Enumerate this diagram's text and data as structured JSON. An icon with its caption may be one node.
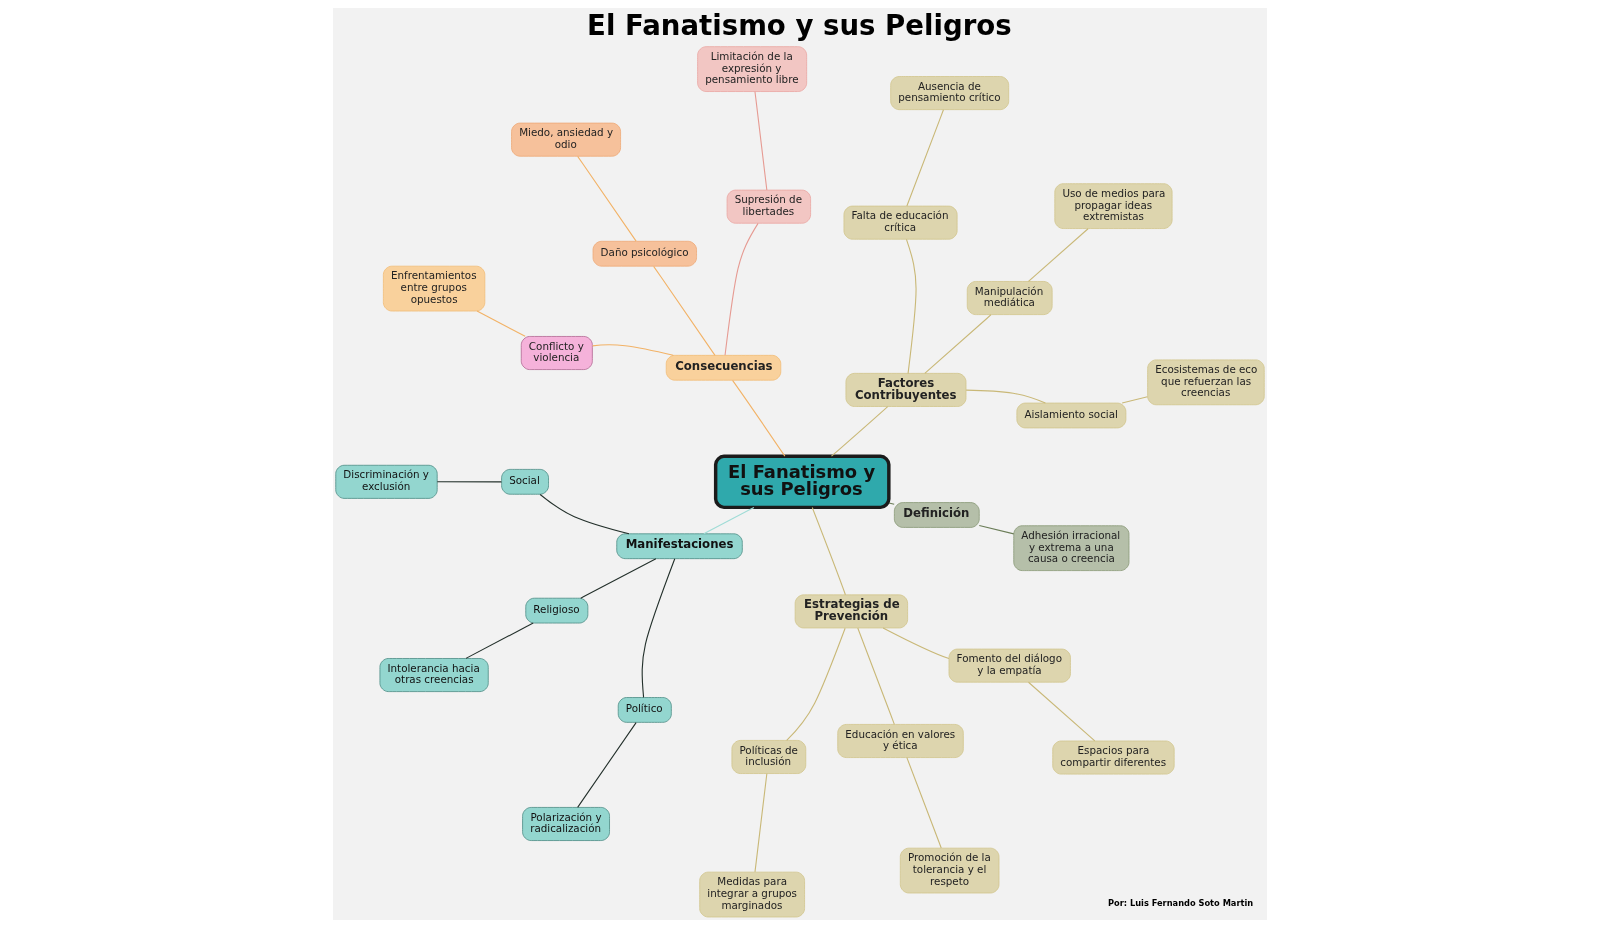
{
  "diagram": {
    "title": "El Fanatismo y sus Peligros",
    "nodes": [
      {
        "text": [
          "Enfrentamientos entre grupos opuestos"
        ]
      },
      {
        "text": [
          "Miedo, ansiedad y odio"
        ]
      },
      {
        "text": [
          "Limitación de la expresión y pensamiento libre"
        ]
      },
      {
        "text": [
          "Conflicto y violencia"
        ]
      },
      {
        "text": [
          "Daño psicológico"
        ]
      },
      {
        "text": [
          "Supresión de libertades"
        ]
      },
      {
        "text": [
          "Ausencia de pensamiento crítico"
        ]
      },
      {
        "text": [
          "Discriminación y exclusión"
        ]
      },
      {
        "text": [
          "Falta de educación crítica"
        ]
      },
      {
        "text": [
          "Consecuencias"
        ]
      },
      {
        "text": [
          "Social"
        ]
      },
      {
        "text": [
          "Intolerancia hacia otras creencias"
        ]
      },
      {
        "text": [
          "Religioso"
        ]
      },
      {
        "text": [
          "Manifestaciones"
        ]
      },
      {
        "text": [
          "El Fanatismo y sus Peligros"
        ]
      },
      {
        "text": [
          "Factores Contribuyentes"
        ]
      },
      {
        "text": [
          "Manipulación mediática"
        ]
      },
      {
        "text": [
          "Uso de medios para propagar ideas extremistas"
        ]
      },
      {
        "text": [
          "Polarización y radicalización"
        ]
      },
      {
        "text": [
          "Político"
        ]
      },
      {
        "text": [
          "Aislamiento social"
        ]
      },
      {
        "text": [
          "Ecosistemas de eco que refuerzan las creencias"
        ]
      },
      {
        "text": [
          "Estrategias de Prevención"
        ]
      },
      {
        "text": [
          "Definición"
        ]
      },
      {
        "text": [
          "Políticas de inclusión"
        ]
      },
      {
        "text": [
          "Medidas para integrar a grupos marginados"
        ]
      },
      {
        "text": [
          "Educación en valores y ética"
        ]
      },
      {
        "text": [
          "Fomento del diálogo y la empatía"
        ]
      },
      {
        "text": [
          "Adhesión irracional y extrema a una causa o creencia"
        ]
      },
      {
        "text": [
          "Promoción de la tolerancia y el respeto"
        ]
      },
      {
        "text": [
          "Espacios para compartir diferentes"
        ]
      }
    ],
    "edges": [
      {
        "from": 14,
        "to": 15,
        "arrow": "none"
      },
      {
        "from": 15,
        "to": 20,
        "arrow": "none"
      },
      {
        "from": 15,
        "to": 16,
        "arrow": "none"
      },
      {
        "from": 15,
        "to": 8,
        "arrow": "none"
      },
      {
        "from": 20,
        "to": 21,
        "arrow": "none"
      },
      {
        "from": 16,
        "to": 17,
        "arrow": "none"
      },
      {
        "from": 8,
        "to": 6,
        "arrow": "none"
      },
      {
        "from": 14,
        "to": 9,
        "arrow": "none",
        "color": "#f2b266"
      },
      {
        "from": 9,
        "to": 5,
        "arrow": "none",
        "color": "#e69a92"
      },
      {
        "from": 9,
        "to": 4,
        "arrow": "none",
        "color": "#f2b266"
      },
      {
        "from": 9,
        "to": 3,
        "arrow": "none",
        "color": "#f2b266"
      },
      {
        "from": 5,
        "to": 2,
        "arrow": "none",
        "color": "#e69a92"
      },
      {
        "from": 4,
        "to": 1,
        "arrow": "none",
        "color": "#f2b266"
      },
      {
        "from": 3,
        "to": 0,
        "arrow": "none",
        "color": "#f2b266"
      },
      {
        "from": 14,
        "to": 13,
        "arrow": "none",
        "color": "#9fdcd6"
      },
      {
        "from": 13,
        "to": 10,
        "arrow": "none",
        "color": "#23302b"
      },
      {
        "from": 13,
        "to": 12,
        "arrow": "none",
        "color": "#23302b"
      },
      {
        "from": 13,
        "to": 19,
        "arrow": "none",
        "color": "#23302b"
      },
      {
        "from": 10,
        "to": 7,
        "arrow": "none",
        "color": "#23302b"
      },
      {
        "from": 12,
        "to": 11,
        "arrow": "none",
        "color": "#23302b"
      },
      {
        "from": 19,
        "to": 18,
        "arrow": "none",
        "color": "#23302b"
      },
      {
        "from": 14,
        "to": 22,
        "arrow": "none"
      },
      {
        "from": 22,
        "to": 24,
        "arrow": "none"
      },
      {
        "from": 22,
        "to": 26,
        "arrow": "none"
      },
      {
        "from": 22,
        "to": 27,
        "arrow": "none"
      },
      {
        "from": 24,
        "to": 25,
        "arrow": "none"
      },
      {
        "from": 26,
        "to": 29,
        "arrow": "none"
      },
      {
        "from": 27,
        "to": 30,
        "arrow": "none"
      },
      {
        "from": 14,
        "to": 23,
        "arrow": "none",
        "color": "#6b7d58"
      },
      {
        "from": 23,
        "to": 28,
        "arrow": "none",
        "color": "#6b7d58"
      }
    ],
    "labels": [
      "Por: Luis Fernando Soto Martin"
    ]
  }
}
